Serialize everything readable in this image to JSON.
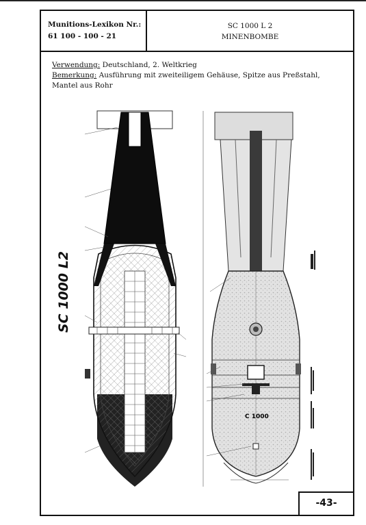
{
  "header": {
    "lexikon_label": "Munitions-Lexikon Nr.:",
    "lexikon_number": "61 100 - 100 - 21",
    "designation": "SC 1000  L 2",
    "type": "MINENBOMBE"
  },
  "info": {
    "use_label": "Verwendung:",
    "use_text": " Deutschland, 2. Weltkrieg",
    "remark_label": "Bemerkung:",
    "remark_text": " Ausführung mit zweiteiligem Gehäuse, Spitze aus Preßstahl, Mantel aus Rohr"
  },
  "drawing": {
    "side_label": "SC 1000 L2",
    "body_marking": "C 1000"
  },
  "page_number": "-43-"
}
